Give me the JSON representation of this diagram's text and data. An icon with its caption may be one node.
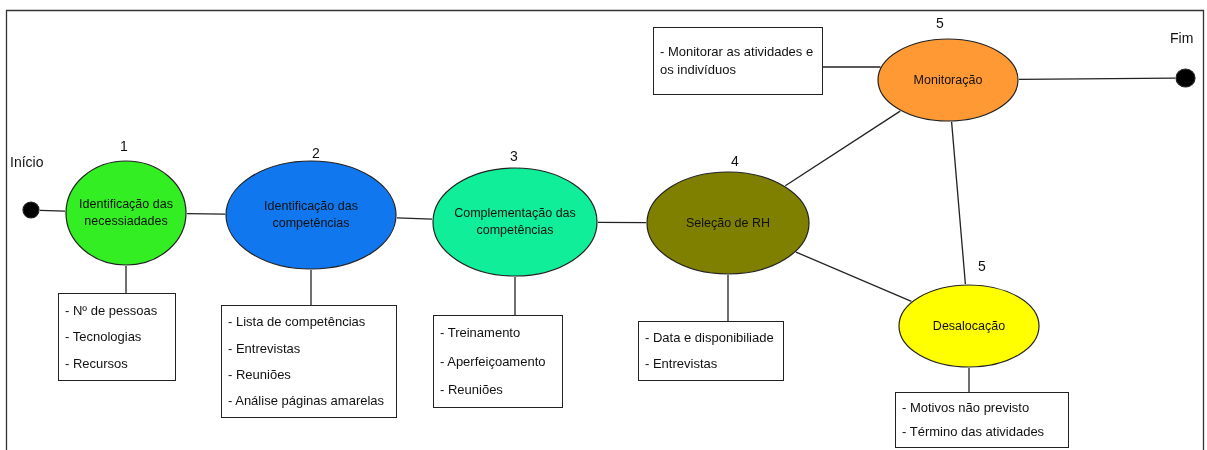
{
  "diagram": {
    "nodes": [
      {
        "text": [],
        "shape": "circle",
        "beside": [
          "Início"
        ]
      },
      {
        "text": [
          "Identificação das necessiadades"
        ],
        "beside": [
          "1"
        ]
      },
      {
        "text": [
          "Identificação das competências"
        ],
        "beside": [
          "2"
        ]
      },
      {
        "text": [
          "Complementação das competências"
        ],
        "beside": [
          "3"
        ]
      },
      {
        "text": [
          "Seleção de RH"
        ],
        "beside": [
          "4"
        ]
      },
      {
        "text": [
          "Monitoração"
        ],
        "beside": [
          "5"
        ]
      },
      {
        "text": [
          "Desalocação"
        ],
        "beside": [
          "5"
        ]
      },
      {
        "text": [],
        "shape": "circle",
        "beside": [
          "Fim"
        ]
      },
      {
        "text": [
          "- Nº de pessoas",
          "- Tecnologias",
          "- Recursos"
        ]
      },
      {
        "text": [
          "- Lista de competências",
          "- Entrevistas",
          "- Reuniões",
          "- Análise páginas amarelas"
        ]
      },
      {
        "text": [
          "- Treinamento",
          "- Aperfeiçoamento",
          "- Reuniões"
        ]
      },
      {
        "text": [
          "- Data e disponibiliade",
          "- Entrevistas"
        ]
      },
      {
        "text": [
          "- Monitorar as atividades e os indivíduos"
        ]
      },
      {
        "text": [
          "- Motivos não previsto",
          "- Término das atividades"
        ]
      }
    ],
    "edges": [
      {
        "from": 0,
        "to": 1,
        "arrow": "none"
      },
      {
        "from": 1,
        "to": 2,
        "arrow": "none"
      },
      {
        "from": 2,
        "to": 3,
        "arrow": "none"
      },
      {
        "from": 3,
        "to": 4,
        "arrow": "none"
      },
      {
        "from": 4,
        "to": 5,
        "arrow": "none"
      },
      {
        "from": 4,
        "to": 6,
        "arrow": "none"
      },
      {
        "from": 5,
        "to": 6,
        "arrow": "none"
      },
      {
        "from": 5,
        "to": 7,
        "arrow": "none"
      },
      {
        "from": 1,
        "to": 8,
        "arrow": "none"
      },
      {
        "from": 2,
        "to": 9,
        "arrow": "none"
      },
      {
        "from": 3,
        "to": 10,
        "arrow": "none"
      },
      {
        "from": 4,
        "to": 11,
        "arrow": "none"
      },
      {
        "from": 12,
        "to": 5,
        "arrow": "none"
      },
      {
        "from": 6,
        "to": 13,
        "arrow": "none"
      }
    ]
  }
}
